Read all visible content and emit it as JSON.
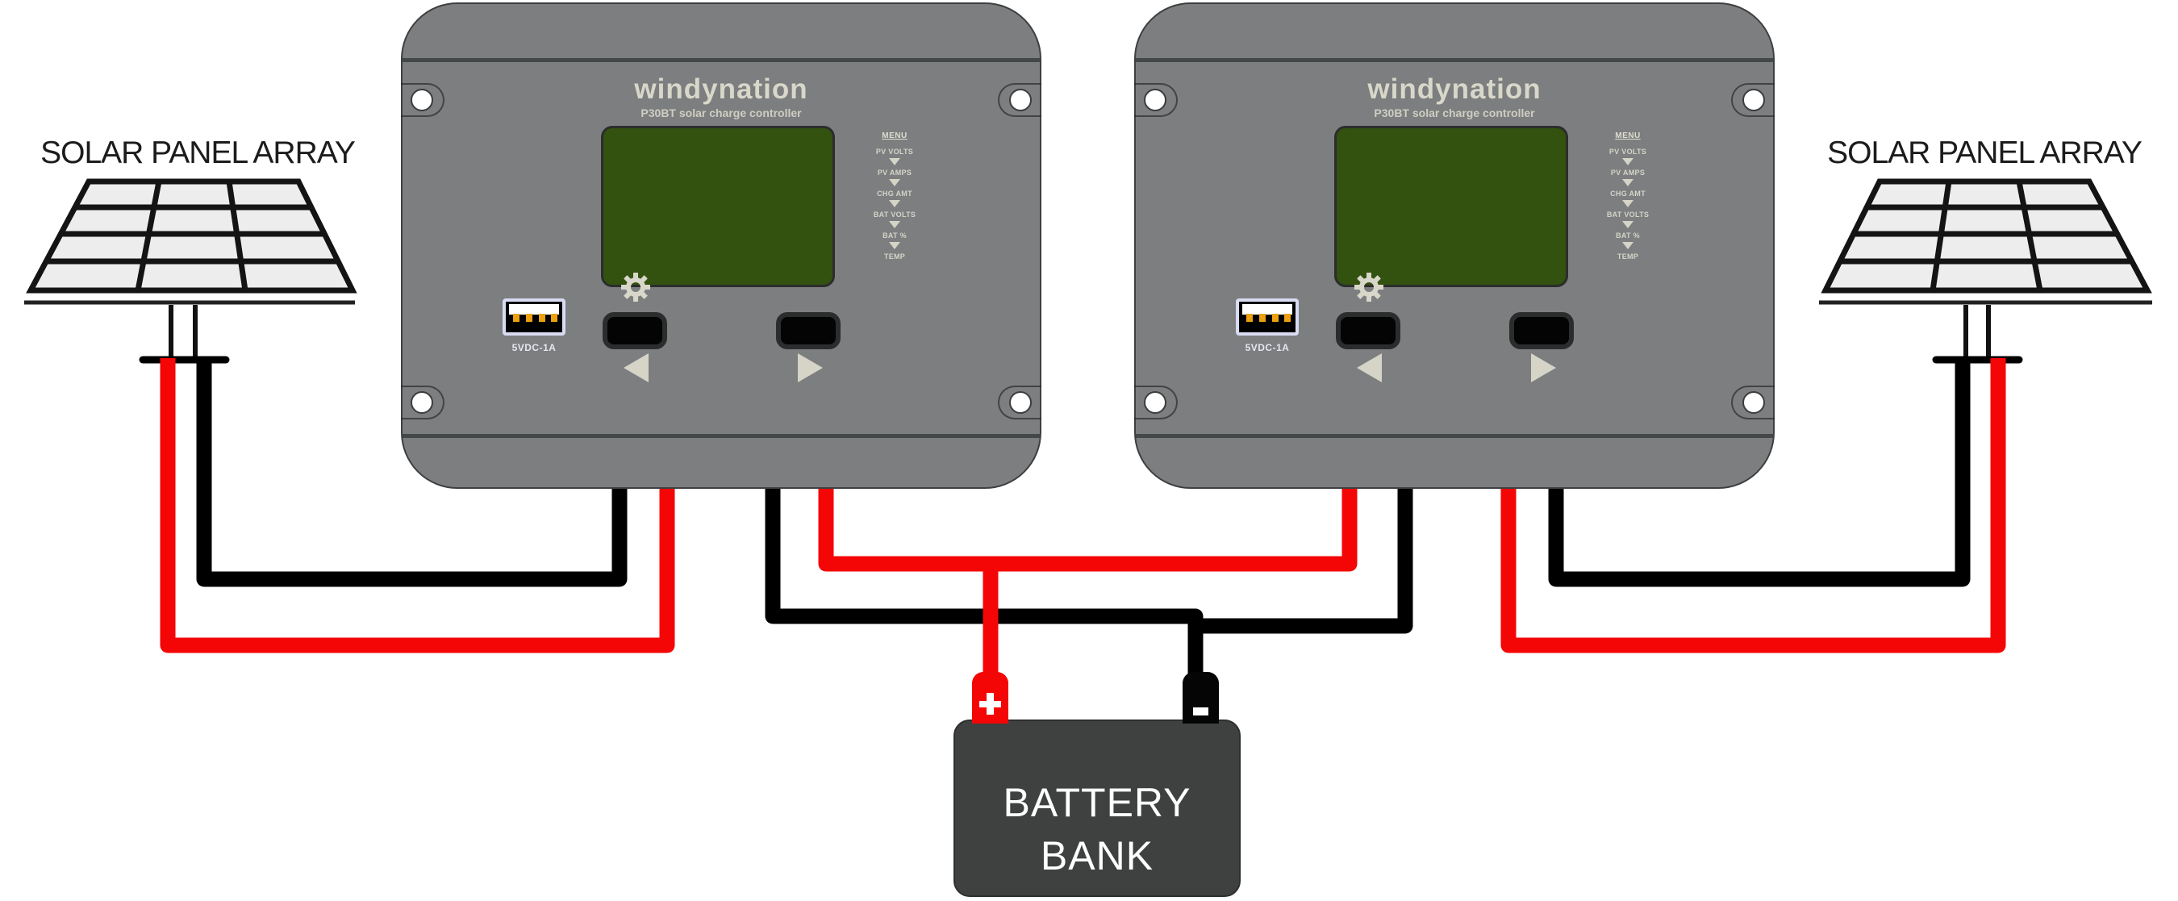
{
  "diagram": {
    "left_panel_label": "SOLAR PANEL ARRAY",
    "right_panel_label": "SOLAR PANEL ARRAY"
  },
  "controllers": [
    {
      "brand": "windynation",
      "model": "P30BT solar charge controller",
      "usb_label": "5VDC-1A",
      "menu_title": "MENU",
      "menu_items": [
        "PV VOLTS",
        "PV AMPS",
        "CHG AMT",
        "BAT VOLTS",
        "BAT %",
        "TEMP"
      ]
    },
    {
      "brand": "windynation",
      "model": "P30BT solar charge controller",
      "usb_label": "5VDC-1A",
      "menu_title": "MENU",
      "menu_items": [
        "PV VOLTS",
        "PV AMPS",
        "CHG AMT",
        "BAT VOLTS",
        "BAT %",
        "TEMP"
      ]
    }
  ],
  "battery": {
    "label_line1": "BATTERY",
    "label_line2": "BANK"
  },
  "icons": {
    "gear": "settings-gear",
    "menu_step": "triangle-down",
    "prev_button_arrow": "triangle-left",
    "next_button_arrow": "triangle-right",
    "positive_terminal": "plus",
    "negative_terminal": "minus",
    "mounting_screw": "screw-hole",
    "usb_port": "usb-a-port"
  },
  "colors": {
    "wire_positive": "#f40606",
    "wire_negative": "#000000",
    "controller_body": "#7c7e80",
    "lcd_screen": "#33510f",
    "brand_text": "#d8d7c9",
    "battery_body": "#3f4040",
    "panel_cell": "#ededed"
  }
}
